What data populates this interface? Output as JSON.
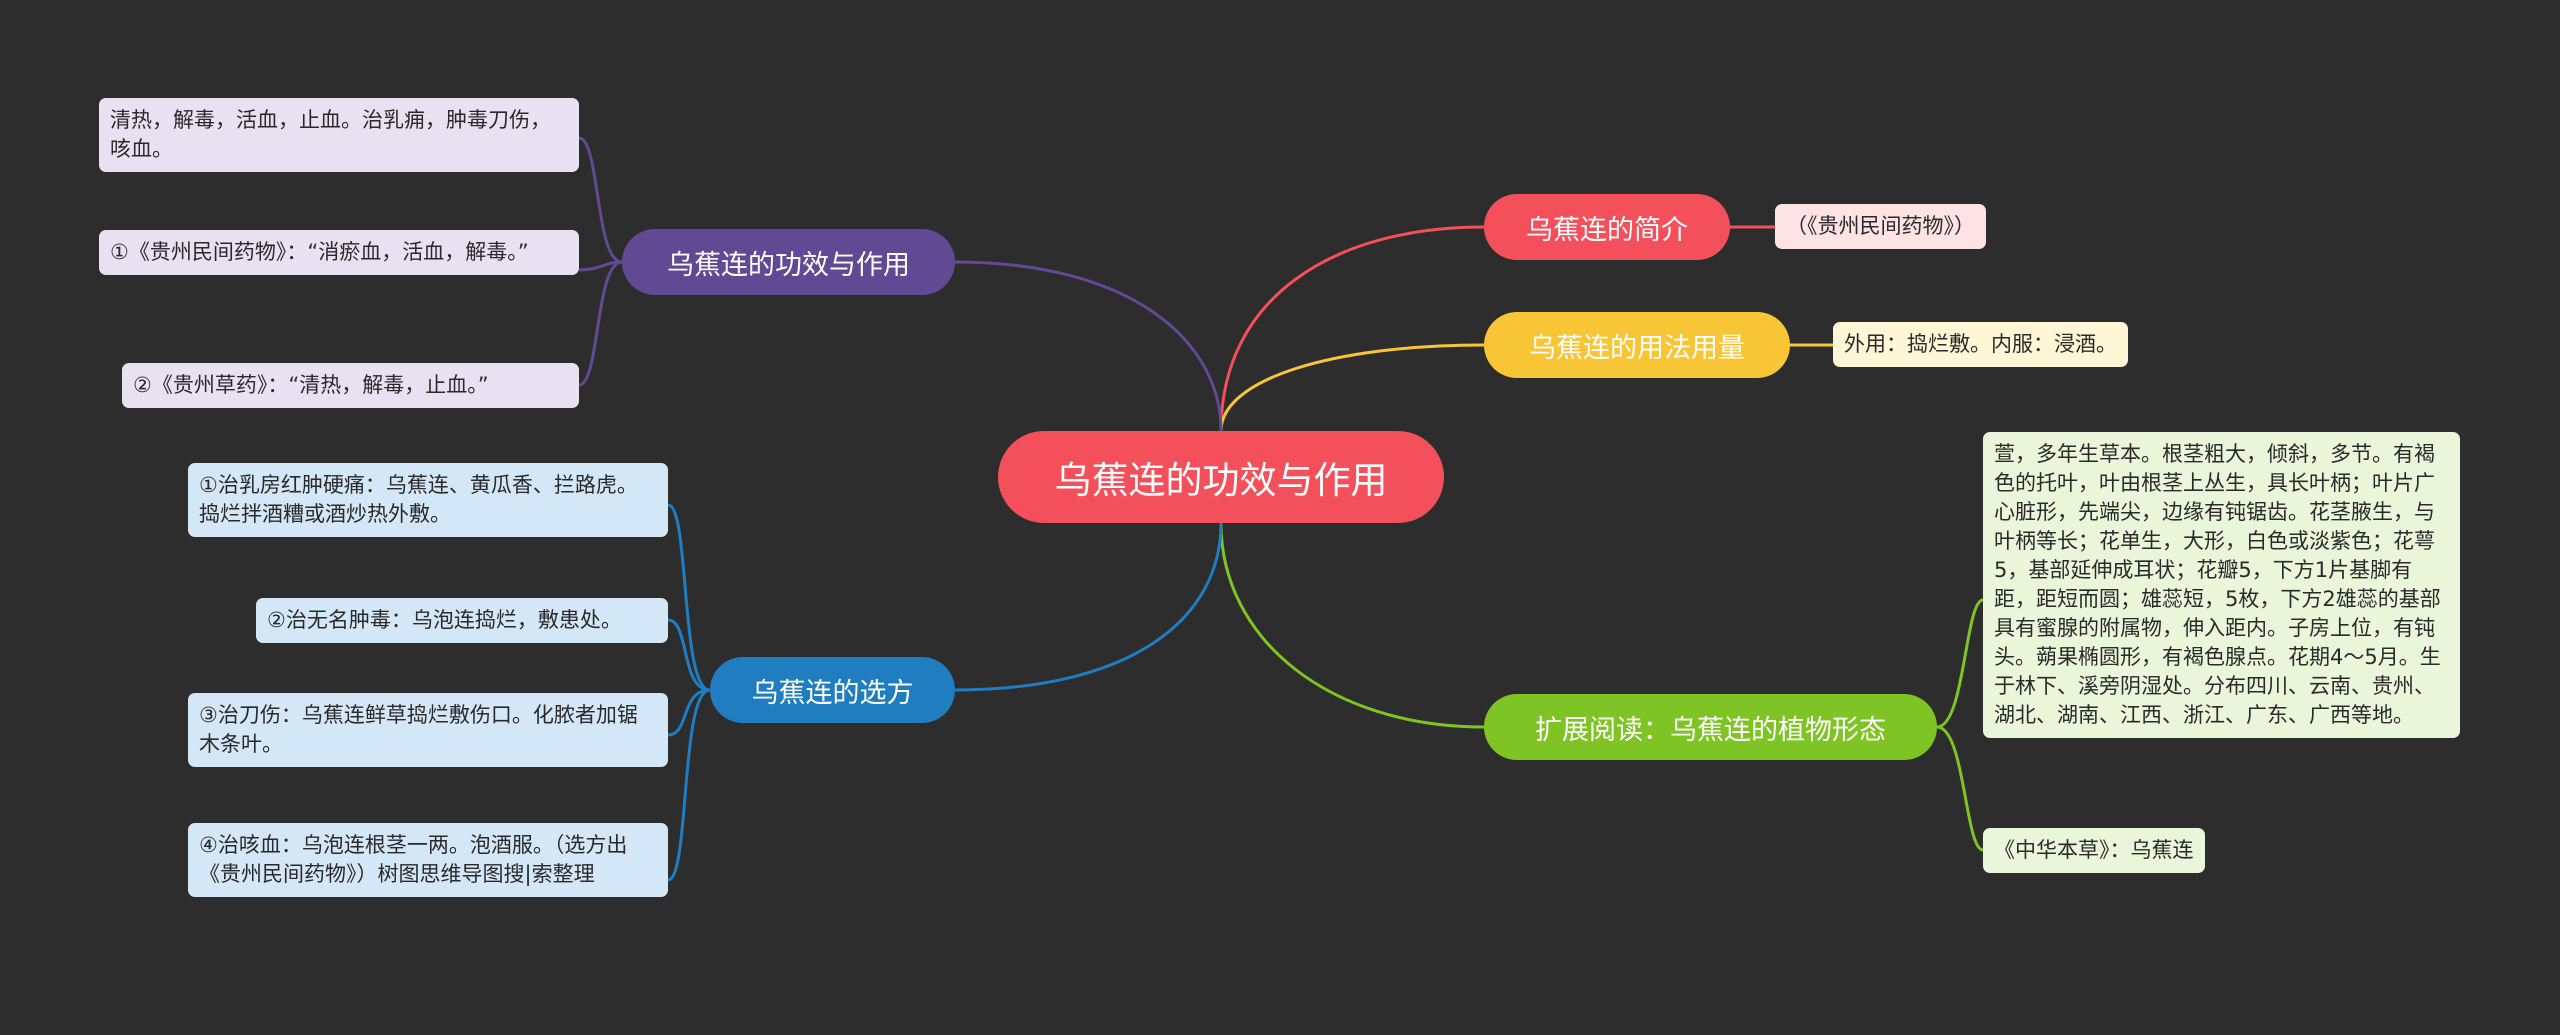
{
  "center": {
    "title": "乌蕉连的功效与作用"
  },
  "branches": {
    "effects": {
      "title": "乌蕉连的功效与作用",
      "color": "#614a93",
      "leaves": [
        "清热，解毒，活血，止血。治乳痈，肿毒刀伤，咳血。",
        "①《贵州民间药物》：“消瘀血，活血，解毒。”",
        "②《贵州草药》：“清热，解毒，止血。”"
      ]
    },
    "prescriptions": {
      "title": "乌蕉连的选方",
      "color": "#1f7dc0",
      "leaves": [
        "①治乳房红肿硬痛：乌蕉连、黄瓜香、拦路虎。捣烂拌酒糟或酒炒热外敷。",
        "②治无名肿毒：乌泡连捣烂，敷患处。",
        "③治刀伤：乌蕉连鲜草捣烂敷伤口。化脓者加锯木条叶。",
        "④治咳血：乌泡连根茎一两。泡酒服。（选方出《贵州民间药物》）树图思维导图搜|索整理"
      ]
    },
    "intro": {
      "title": "乌蕉连的简介",
      "color": "#f4505b",
      "leaves": [
        "（《贵州民间药物》）"
      ]
    },
    "usage": {
      "title": "乌蕉连的用法用量",
      "color": "#f7c536",
      "leaves": [
        "外用：捣烂敷。内服：浸酒。"
      ]
    },
    "morphology": {
      "title": "扩展阅读：乌蕉连的植物形态",
      "color": "#7dc424",
      "leaves": [
        "萱，多年生草本。根茎粗大，倾斜，多节。有褐色的托叶，叶由根茎上丛生，具长叶柄；叶片广心脏形，先端尖，边缘有钝锯齿。花茎腋生，与叶柄等长；花单生，大形，白色或淡紫色；花萼5，基部延伸成耳状；花瓣5，下方1片基脚有距，距短而圆；雄蕊短，5枚，下方2雄蕊的基部具有蜜腺的附属物，伸入距内。子房上位，有钝头。蒴果椭圆形，有褐色腺点。花期4～5月。生于林下、溪旁阴湿处。分布四川、云南、贵州、湖北、湖南、江西、浙江、广东、广西等地。",
        "《中华本草》：乌蕉连"
      ]
    }
  }
}
